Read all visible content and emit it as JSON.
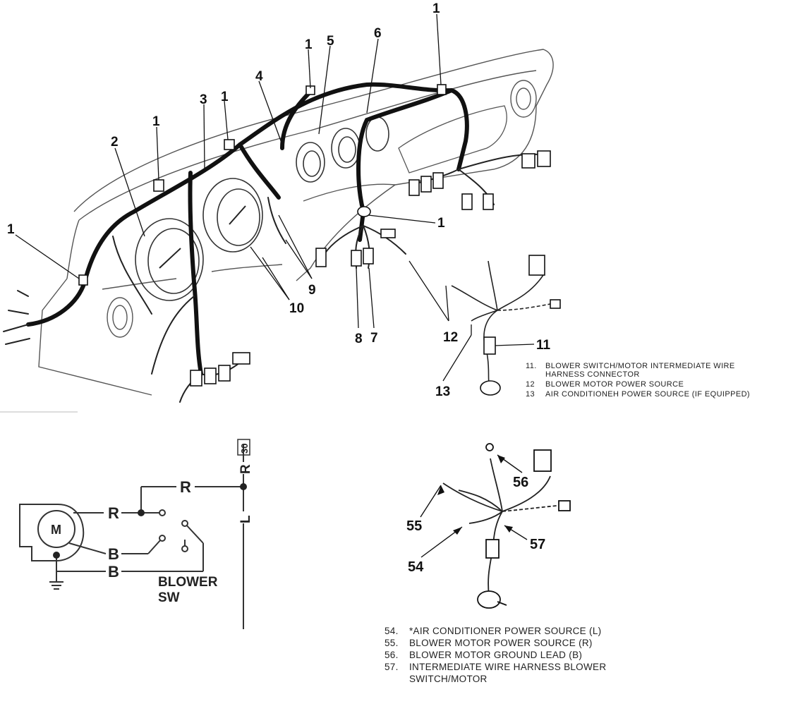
{
  "harness_callouts": {
    "c1a": "1",
    "c1b": "1",
    "c1c": "1",
    "c1d": "1",
    "c1e": "1",
    "c1f": "1",
    "c2": "2",
    "c3": "3",
    "c4": "4",
    "c5": "5",
    "c6": "6",
    "c7": "7",
    "c8": "8",
    "c9": "9",
    "c10": "10",
    "c11": "11",
    "c12": "12",
    "c13": "13"
  },
  "legend_top": [
    {
      "num": "11.",
      "text": "BLOWER SWITCH/MOTOR INTERMEDIATE WIRE HARNESS CONNECTOR"
    },
    {
      "num": "12",
      "text": "BLOWER MOTOR POWER SOURCE"
    },
    {
      "num": "13",
      "text": "AIR CONDITIONEH POWER SOURCE (IF EQUIPPED)"
    }
  ],
  "schematic": {
    "motor": "M",
    "wire_r_top": "R",
    "wire_r_motor": "R",
    "wire_b_motor": "B",
    "wire_b_ground": "B",
    "terminal_box": "30",
    "vertical_r": "R",
    "vertical_l": "L",
    "switch_label_line1": "BLOWER",
    "switch_label_line2": "SW"
  },
  "bottom_callouts": {
    "c54": "54",
    "c55": "55",
    "c56": "56",
    "c57": "57"
  },
  "legend_bottom": [
    {
      "num": "54.",
      "text": "*AIR CONDITIONER POWER SOURCE (L)"
    },
    {
      "num": "55.",
      "text": "BLOWER MOTOR POWER SOURCE (R)"
    },
    {
      "num": "56.",
      "text": "BLOWER MOTOR GROUND LEAD (B)"
    },
    {
      "num": "57.",
      "text": "INTERMEDIATE WIRE HARNESS BLOWER SWITCH/MOTOR"
    }
  ],
  "colors": {
    "ink": "#111111",
    "line": "#444444",
    "paper": "#ffffff"
  }
}
